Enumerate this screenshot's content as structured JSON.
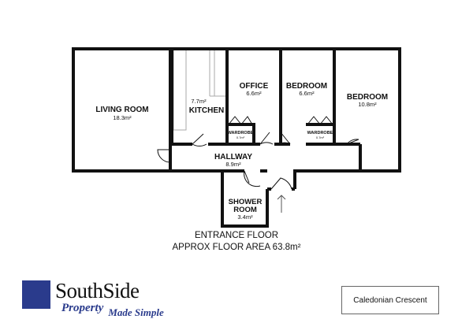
{
  "rooms": {
    "living_room": {
      "name": "LIVING ROOM",
      "area": "18.3m²"
    },
    "kitchen": {
      "name": "KITCHEN",
      "area": "7.7m²"
    },
    "office": {
      "name": "OFFICE",
      "area": "6.6m²"
    },
    "bedroom_1": {
      "name": "BEDROOM",
      "area": "6.6m²"
    },
    "bedroom_2": {
      "name": "BEDROOM",
      "area": "10.8m²"
    },
    "wardrobe_1": {
      "name": "WARDROBE",
      "area": "0.7m²"
    },
    "wardrobe_2": {
      "name": "WARDROBE",
      "area": "0.7m²"
    },
    "hallway": {
      "name": "HALLWAY",
      "area": "8.9m²"
    },
    "shower_room": {
      "name_line1": "SHOWER",
      "name_line2": "ROOM",
      "area": "3.4m²"
    }
  },
  "caption": {
    "floor": "ENTRANCE FLOOR",
    "total_area": "APPROX FLOOR AREA 63.8m²"
  },
  "logo": {
    "brand": "SouthSide",
    "tagline_1": "Property",
    "tagline_2": "Made Simple"
  },
  "address": "Caledonian Crescent",
  "colors": {
    "wall": "#111111",
    "brand_blue": "#2a3b8c"
  }
}
